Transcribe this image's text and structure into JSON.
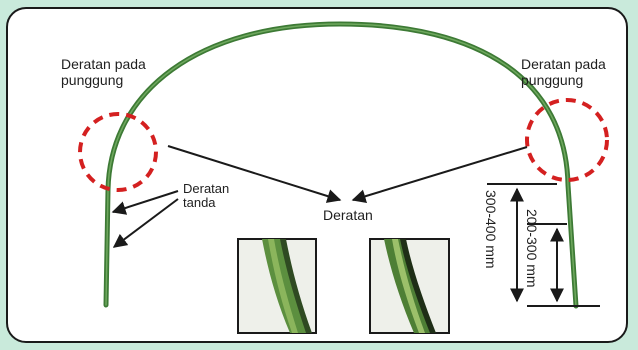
{
  "labels": {
    "back_left": [
      "Deratan pada",
      "punggung"
    ],
    "back_right": [
      "Deratan pada",
      "punggung"
    ],
    "mark": [
      "Deratan",
      "tanda"
    ],
    "center": "Deratan",
    "dim_outer": "300-400 mm",
    "dim_inner": "200-300 mm"
  },
  "colors": {
    "background": "#c9eadb",
    "panel": "#ffffff",
    "pole": "#3d7a35",
    "pole_highlight": "#6fa85e",
    "marker_circle": "#d42020",
    "arrow": "#1a1a1a"
  },
  "icons": {
    "photo_left": "pole-closeup-photo",
    "photo_right": "pole-closeup-photo"
  }
}
